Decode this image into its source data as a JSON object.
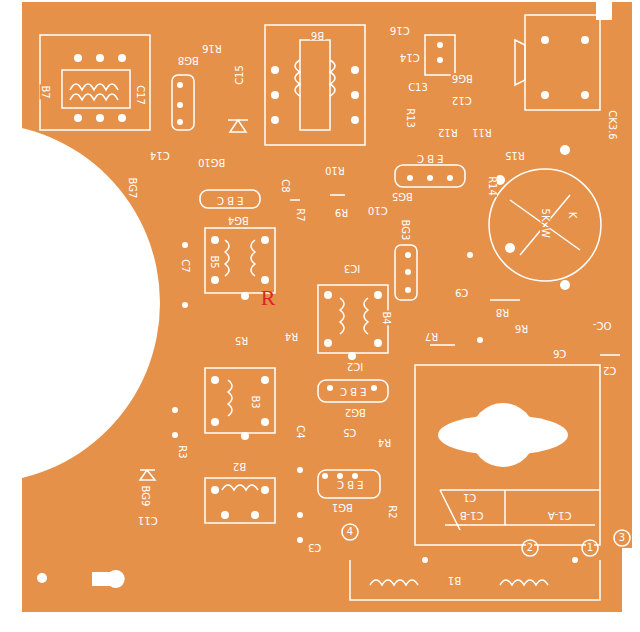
{
  "diagram": {
    "labels": [
      "B7",
      "C17",
      "R16",
      "B6",
      "C15",
      "BG8",
      "C16",
      "C14",
      "BG6",
      "C13",
      "C12",
      "R13",
      "R12",
      "R11",
      "CK3.6",
      "BG10",
      "C14",
      "R10",
      "E B C",
      "BG5",
      "R15",
      "R14",
      "BG7",
      "E B C",
      "BG4",
      "C8",
      "R7",
      "R9",
      "C10",
      "5K",
      "W",
      "K",
      "C7",
      "B5",
      "R",
      "R5",
      "R4",
      "IC3",
      "BG3",
      "C9",
      "R8",
      "R6",
      "OC-",
      "C6",
      "C2",
      "R7",
      "B4",
      "IC2",
      "E B C",
      "BG2",
      "B3",
      "C4",
      "C5",
      "R4",
      "R3",
      "B2",
      "BG9",
      "C11",
      "E B C",
      "BG1",
      "R2",
      "C3",
      "C1",
      "C1-B",
      "C1-A",
      "1",
      "2",
      "3",
      "4",
      "B1"
    ]
  }
}
